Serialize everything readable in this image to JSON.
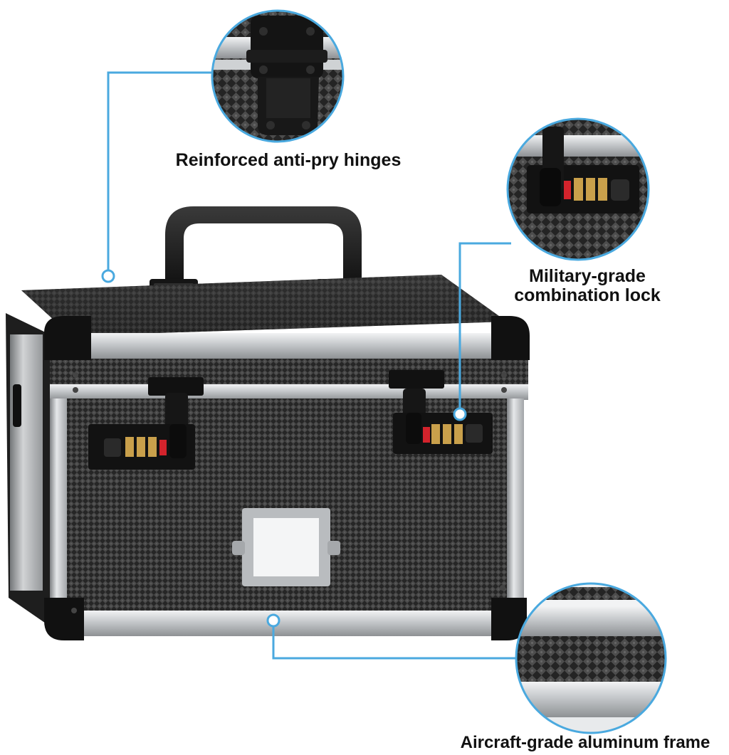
{
  "product": {
    "name": "aluminum-lock-box"
  },
  "callouts": [
    {
      "id": "hinges",
      "label": "Reinforced anti-pry hinges"
    },
    {
      "id": "lock",
      "label_line1": "Military-grade",
      "label_line2": "combination lock"
    },
    {
      "id": "frame",
      "label": "Aircraft-grade aluminum frame"
    }
  ],
  "colors": {
    "callout_line": "#4aa9df",
    "case_body": "#2d2d2d",
    "aluminum": "#c9cccf",
    "corner_guard": "#141414",
    "lock_dial": "#c9a04b",
    "lock_red": "#d3232c",
    "text": "#111111",
    "background": "#ffffff"
  }
}
